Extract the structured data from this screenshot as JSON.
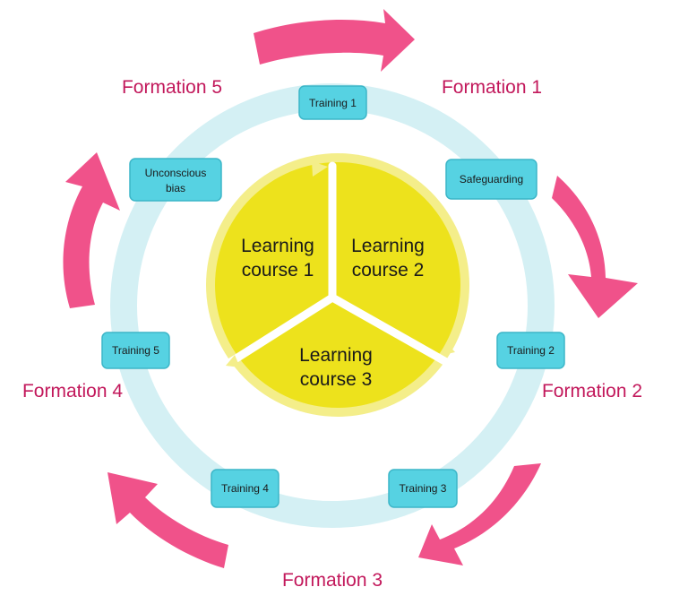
{
  "colors": {
    "ring": "#d4f0f4",
    "arrow": "#f0528a",
    "node_fill": "#56d2e2",
    "node_stroke": "#3cb6c8",
    "core": "#ede21c",
    "core_rim": "#f4ee8a",
    "formation_text": "#c2185b"
  },
  "formations": {
    "f1": "Formation 1",
    "f2": "Formation 2",
    "f3": "Formation 3",
    "f4": "Formation 4",
    "f5": "Formation 5"
  },
  "trainings": {
    "t1": "Training 1",
    "t2": "Training 2",
    "t3": "Training 3",
    "t4": "Training 4",
    "t5": "Training 5",
    "safeguarding": "Safeguarding",
    "unconscious_line1": "Unconscious",
    "unconscious_line2": "bias"
  },
  "courses": {
    "c1_line1": "Learning",
    "c1_line2": "course 1",
    "c2_line1": "Learning",
    "c2_line2": "course 2",
    "c3_line1": "Learning",
    "c3_line2": "course 3"
  }
}
